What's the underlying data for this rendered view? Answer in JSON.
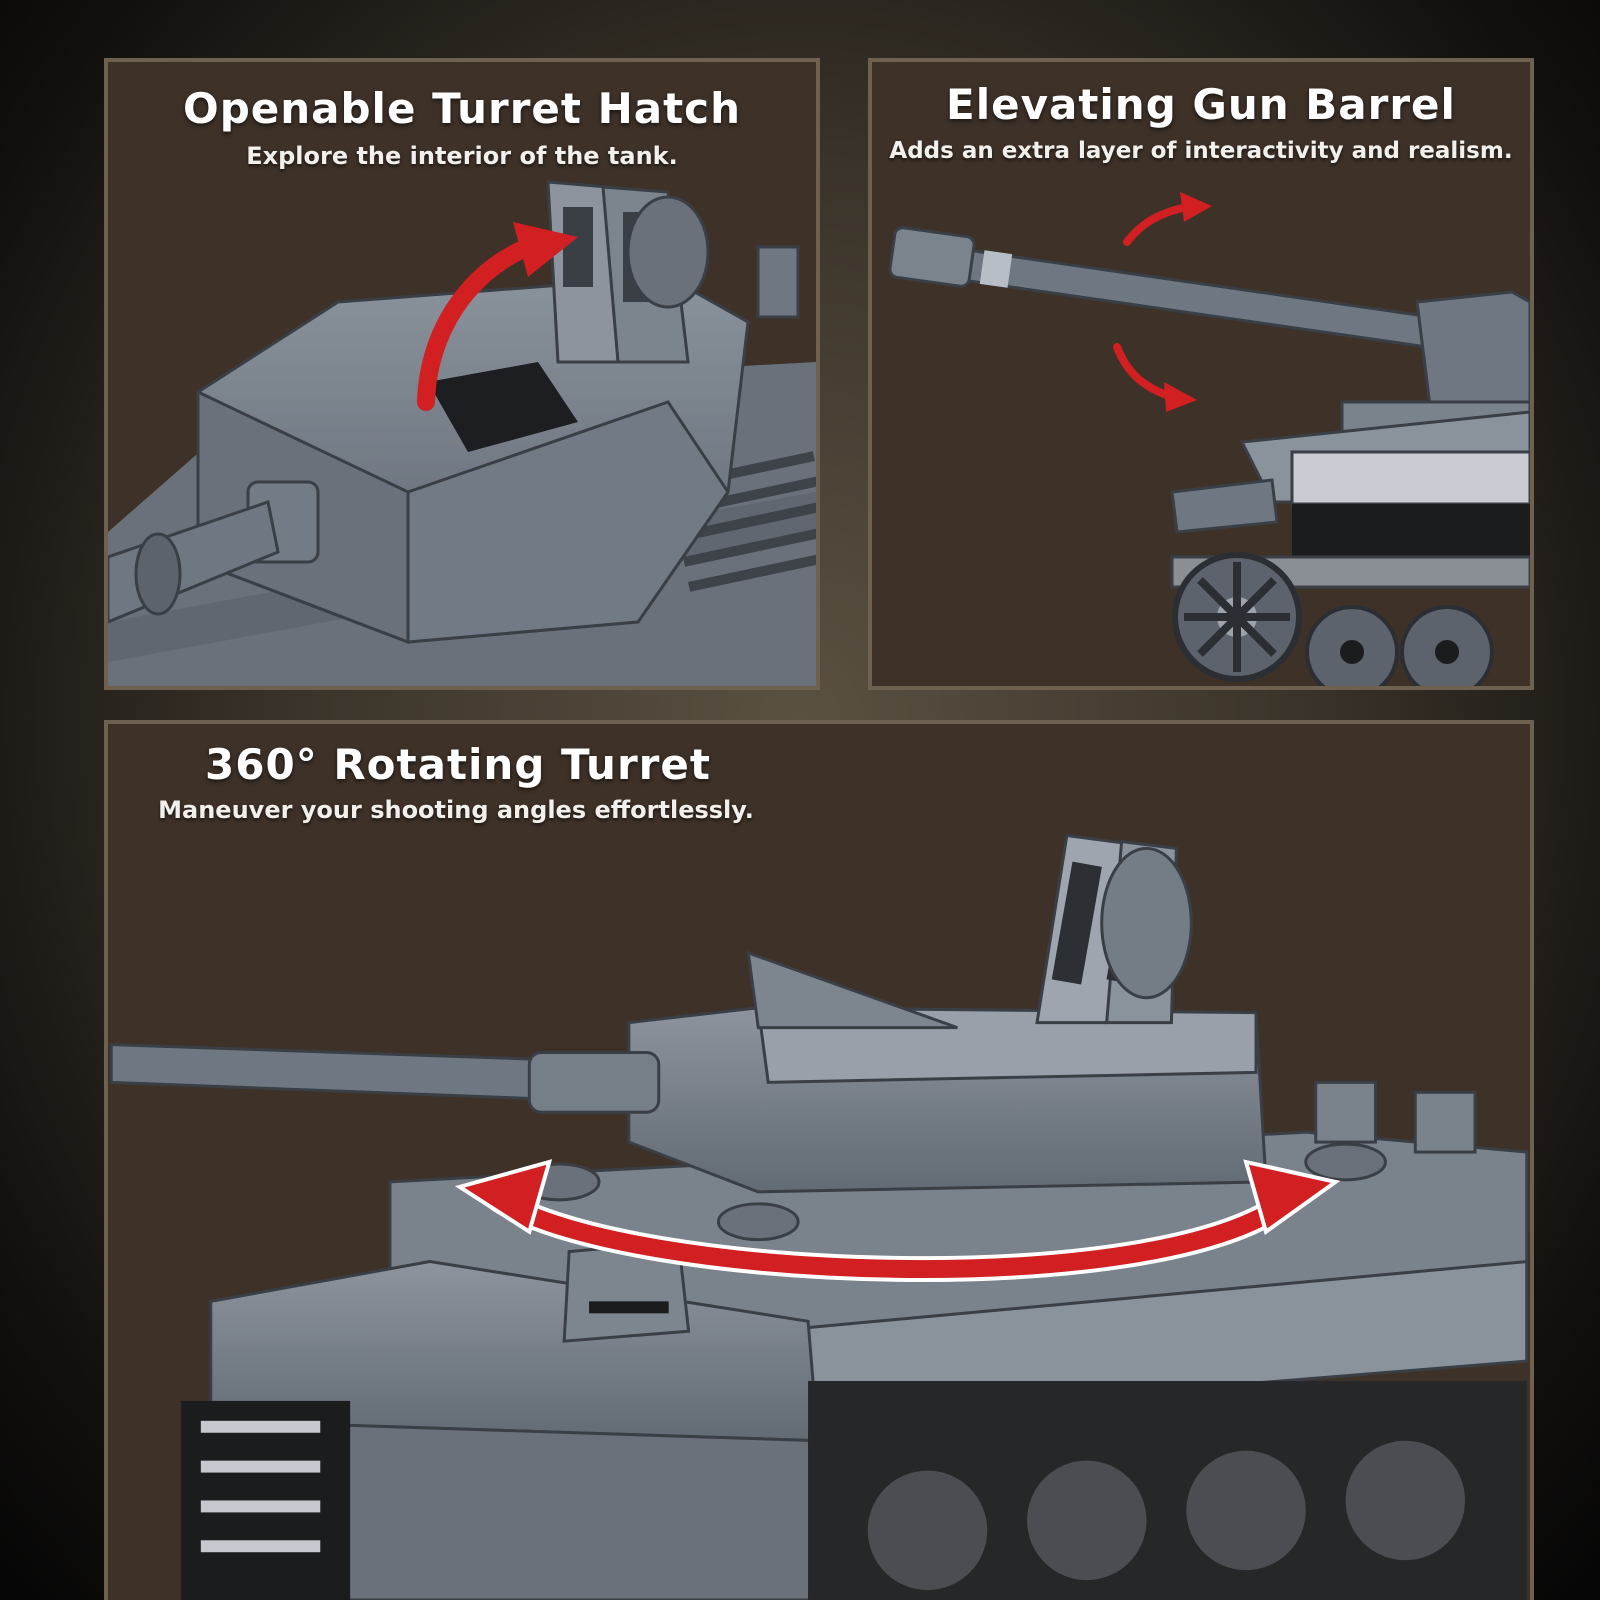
{
  "colors": {
    "panel_background": "#3d3128",
    "panel_border": "#6e6150",
    "tank_grey": "#6f7783",
    "tank_dark": "#4d545d",
    "arrow_red": "#d21f22",
    "text": "#ffffff"
  },
  "panels": {
    "hatch": {
      "title": "Openable Turret Hatch",
      "subtitle": "Explore the interior of the tank."
    },
    "barrel": {
      "title": "Elevating Gun Barrel",
      "subtitle": "Adds an extra layer of interactivity and realism."
    },
    "turret": {
      "title": "360°  Rotating Turret",
      "subtitle": "Maneuver your shooting angles effortlessly."
    }
  },
  "icons": [
    "curved-arrow-icon",
    "up-arrow-icon",
    "down-arrow-icon",
    "rotation-arrow-icon"
  ]
}
